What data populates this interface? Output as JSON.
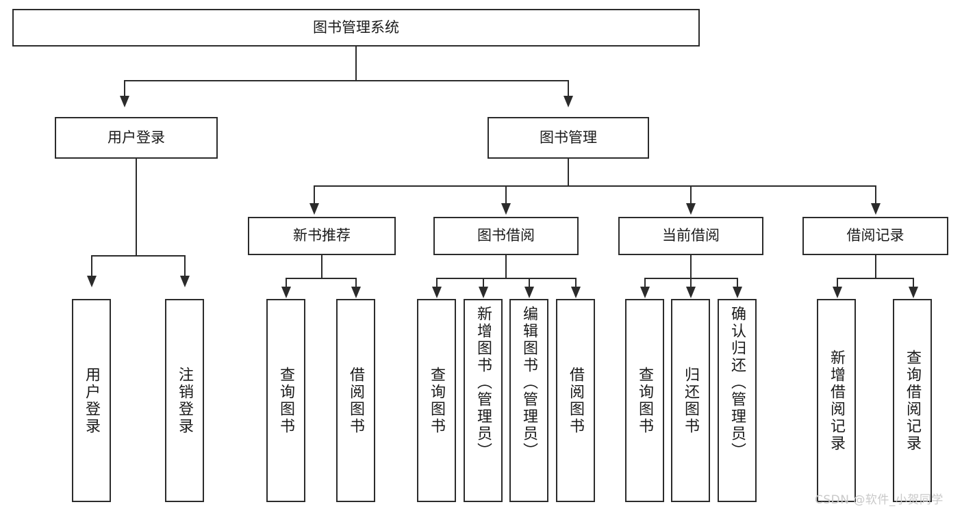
{
  "diagram": {
    "title": "图书管理系统",
    "type": "tree-hierarchy-chart",
    "root": {
      "label": "图书管理系统"
    },
    "level2": [
      {
        "label": "用户登录"
      },
      {
        "label": "图书管理"
      }
    ],
    "level3": [
      {
        "label": "新书推荐"
      },
      {
        "label": "图书借阅"
      },
      {
        "label": "当前借阅"
      },
      {
        "label": "借阅记录"
      }
    ],
    "leaves": {
      "user_login": [
        {
          "label": "用户登录"
        },
        {
          "label": "注销登录"
        }
      ],
      "new_book_recommend": [
        {
          "label": "查询图书"
        },
        {
          "label": "借阅图书"
        }
      ],
      "book_borrow": [
        {
          "label": "查询图书"
        },
        {
          "label": "新增图书（管理员）"
        },
        {
          "label": "编辑图书（管理员）"
        },
        {
          "label": "借阅图书"
        }
      ],
      "current_borrow": [
        {
          "label": "查询图书"
        },
        {
          "label": "归还图书"
        },
        {
          "label": "确认归还（管理员）"
        }
      ],
      "borrow_record": [
        {
          "label": "新增借阅记录"
        },
        {
          "label": "查询借阅记录"
        }
      ]
    }
  },
  "watermark": {
    "text": "CSDN @软件_小贺同学",
    "color": "#c9c9c9"
  },
  "colors": {
    "stroke": "#2b2b2b",
    "fill": "#ffffff",
    "text": "#1a1a1a"
  }
}
